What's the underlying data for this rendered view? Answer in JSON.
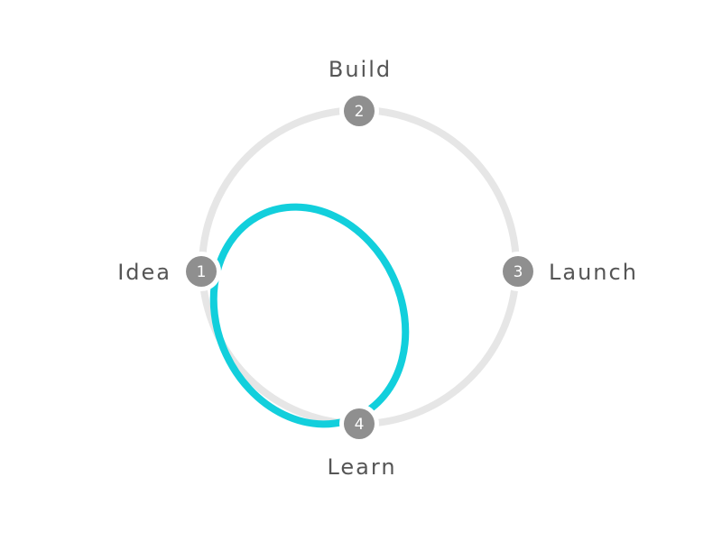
{
  "colors": {
    "background": "#ffffff",
    "ring": "#e6e6e6",
    "highlight_loop": "#12cfdc",
    "node": "#8f8f8f",
    "node_text": "#ffffff",
    "label_text": "#555555"
  },
  "stages": [
    {
      "number": "1",
      "label": "Idea"
    },
    {
      "number": "2",
      "label": "Build"
    },
    {
      "number": "3",
      "label": "Launch"
    },
    {
      "number": "4",
      "label": "Learn"
    }
  ],
  "highlighted_loop": {
    "from_stage": "1",
    "to_stage": "4"
  }
}
